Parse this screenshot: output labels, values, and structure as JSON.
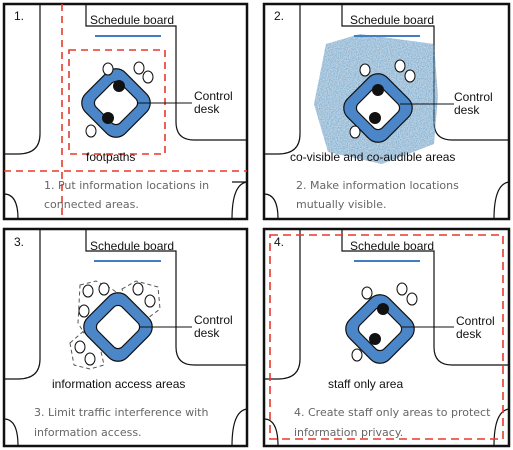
{
  "panels": [
    {
      "number": "1.",
      "board_label": "Schedule board",
      "desk_label_line1": "Control",
      "desk_label_line2": "desk",
      "area_label": "footpaths",
      "caption_line1": "1. Put information locations in",
      "caption_line2": "connected areas."
    },
    {
      "number": "2.",
      "board_label": "Schedule board",
      "desk_label_line1": "Control",
      "desk_label_line2": "desk",
      "area_label": "co-visible and co-audible areas",
      "caption_line1": "2. Make information locations",
      "caption_line2": "mutually visible."
    },
    {
      "number": "3.",
      "board_label": "Schedule board",
      "desk_label_line1": "Control",
      "desk_label_line2": "desk",
      "area_label": "information access areas",
      "caption_line1": "3. Limit traffic interference with",
      "caption_line2": "information access."
    },
    {
      "number": "4.",
      "board_label": "Schedule board",
      "desk_label_line1": "Control",
      "desk_label_line2": "desk",
      "area_label": "staff only area",
      "caption_line1": "4. Create staff only areas to protect",
      "caption_line2": "information privacy."
    }
  ],
  "colors": {
    "desk_blue": "#4a86c8",
    "board_line": "#3f7fc1",
    "dashed_red": "#e53a2b",
    "frame": "#111111",
    "caption_gray": "#666666",
    "texture": "#3f74a4"
  }
}
